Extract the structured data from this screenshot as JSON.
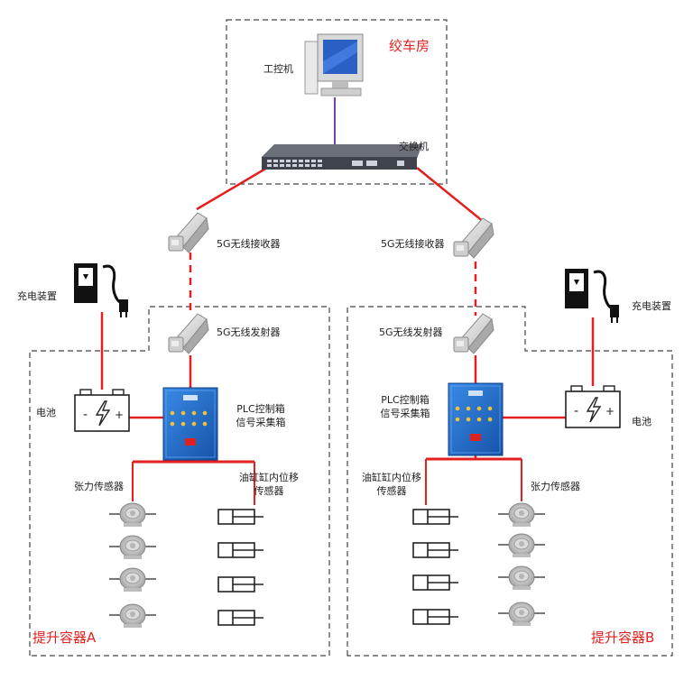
{
  "winch_room": {
    "title": "绞车房",
    "ipc_label": "工控机",
    "switch_label": "交换机"
  },
  "links": {
    "left_receiver_label": "5G无线接收器",
    "right_receiver_label": "5G无线接收器",
    "left_transmitter_label": "5G无线发射器",
    "right_transmitter_label": "5G无线发射器"
  },
  "container_a": {
    "title": "提升容器A",
    "charger_label": "充电装置",
    "battery_label": "电池",
    "plc_label_line1": "PLC控制箱",
    "plc_label_line2": "信号采集箱",
    "tension_label": "张力传感器",
    "cylinder_label_line1": "油缸缸内位移",
    "cylinder_label_line2": "传感器"
  },
  "container_b": {
    "title": "提升容器B",
    "charger_label": "充电装置",
    "battery_label": "电池",
    "plc_label_line1": "PLC控制箱",
    "plc_label_line2": "信号采集箱",
    "tension_label": "张力传感器",
    "cylinder_label_line1": "油缸缸内位移",
    "cylinder_label_line2": "传感器"
  },
  "colors": {
    "link_red": "#e31f1f",
    "title_red": "#e31f1f",
    "plc_blue": "#1f6fd1",
    "purple_link": "#7a3fa8"
  }
}
